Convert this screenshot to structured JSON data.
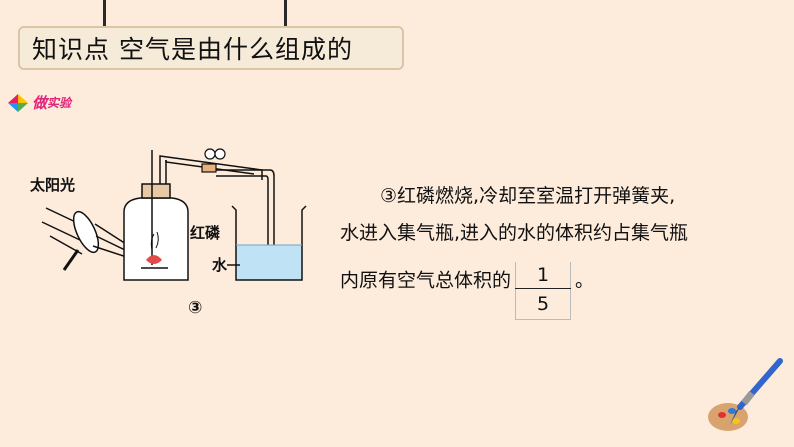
{
  "title": "知识点 空气是由什么组成的",
  "experiment_logo": {
    "main": "做",
    "sub": "实验"
  },
  "apparatus": {
    "sunlight_label": "太阳光",
    "phosphorus_label": "红磷",
    "water_label": "水",
    "step_label": "③"
  },
  "description": {
    "line1": "③红磷燃烧,冷却至室温打开弹簧夹,",
    "line2": "水进入集气瓶,进入的水的体积约占集气瓶",
    "line3_prefix": "内原有空气总体积的",
    "fraction_numerator": "1",
    "fraction_denominator": "5",
    "line3_suffix": "。"
  },
  "colors": {
    "background": "#fdecdc",
    "accent": "#e0257a",
    "water": "#bfe3f5"
  }
}
